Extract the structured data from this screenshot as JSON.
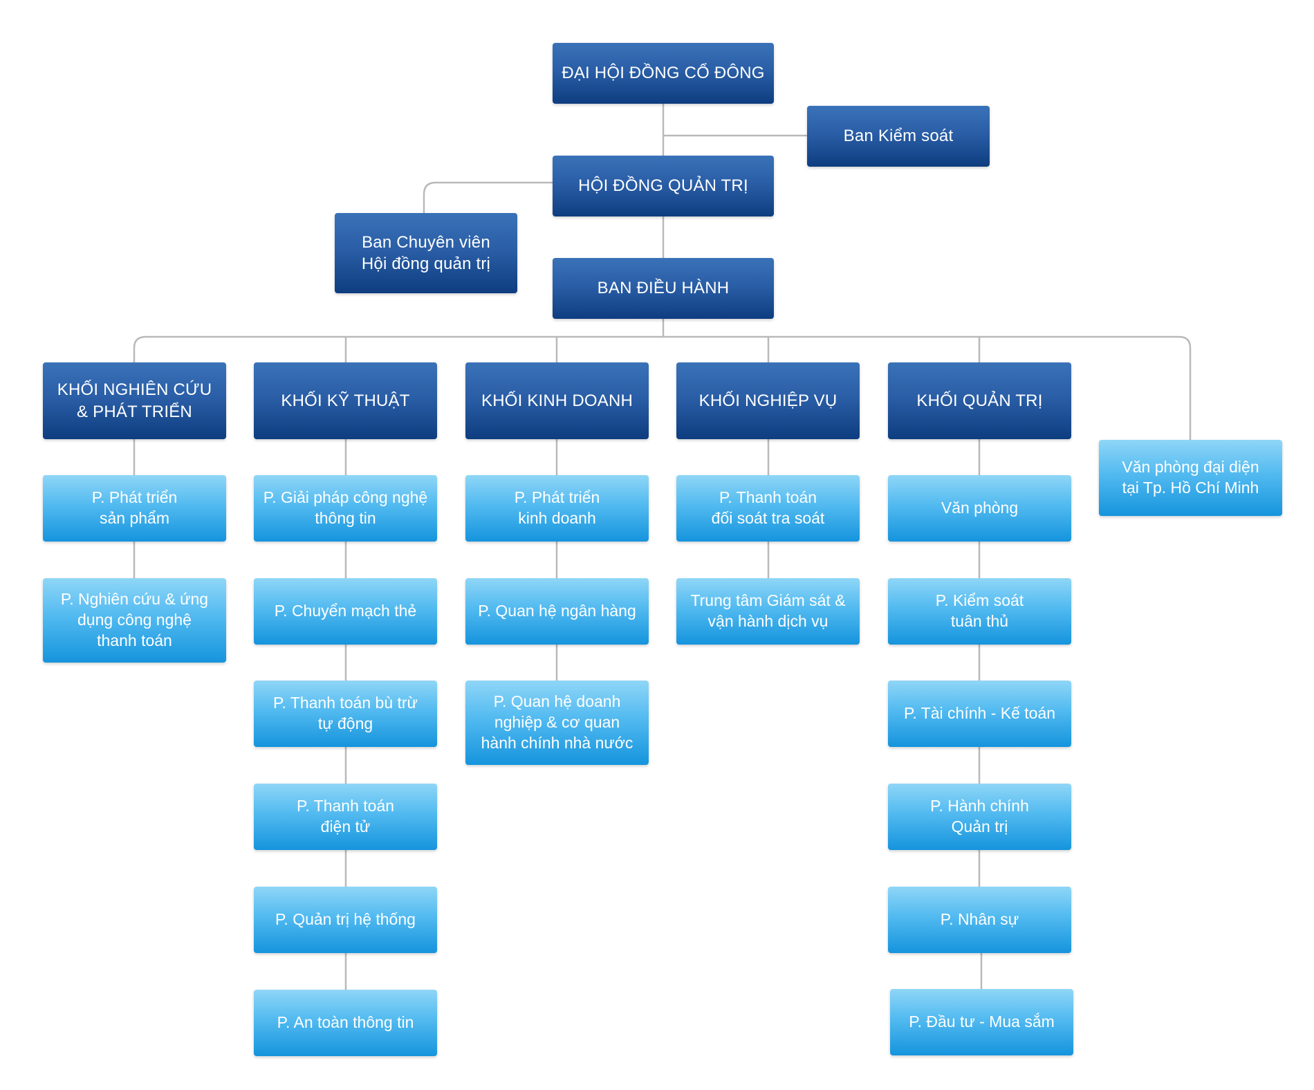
{
  "diagram": {
    "top": {
      "shareholders": "ĐẠI HỘI ĐỒNG CỔ ĐÔNG",
      "supervisory": "Ban Kiểm soát",
      "board": "HỘI ĐỒNG QUẢN TRỊ",
      "board_experts": "Ban Chuyên viên\nHội đồng quản trị",
      "executive": "BAN ĐIỀU HÀNH"
    },
    "blocks": [
      {
        "title": "KHỐI NGHIÊN CỨU\n& PHÁT TRIỂN",
        "departments": [
          "P. Phát triển\nsản phẩm",
          "P. Nghiên cứu & ứng\ndụng công nghệ\nthanh toán"
        ]
      },
      {
        "title": "KHỐI KỸ THUẬT",
        "departments": [
          "P. Giải pháp công nghệ\nthông tin",
          "P. Chuyển mạch thẻ",
          "P. Thanh toán bù trừ\ntự động",
          "P. Thanh toán\nđiện tử",
          "P. Quản trị hệ thống",
          "P. An toàn thông tin"
        ]
      },
      {
        "title": "KHỐI KINH DOANH",
        "departments": [
          "P. Phát triển\nkinh doanh",
          "P. Quan hệ ngân hàng",
          "P. Quan hệ doanh\nnghiệp & cơ quan\nhành chính nhà nước"
        ]
      },
      {
        "title": "KHỐI NGHIỆP VỤ",
        "departments": [
          "P. Thanh toán\nđối soát tra soát",
          "Trung tâm Giám sát &\nvận hành dịch vụ"
        ]
      },
      {
        "title": "KHỐI QUẢN TRỊ",
        "departments": [
          "Văn phòng",
          "P. Kiểm soát\ntuân thủ",
          "P. Tài chính - Kế toán",
          "P. Hành chính\nQuản trị",
          "P. Nhân sự",
          "P. Đầu tư - Mua sắm"
        ]
      }
    ],
    "rep_office": "Văn phòng đại diện\ntại Tp. Hồ Chí Minh"
  },
  "colors": {
    "dark_box": "#1f4f96",
    "light_box": "#3aaae8",
    "connector": "#b9b9b9"
  }
}
